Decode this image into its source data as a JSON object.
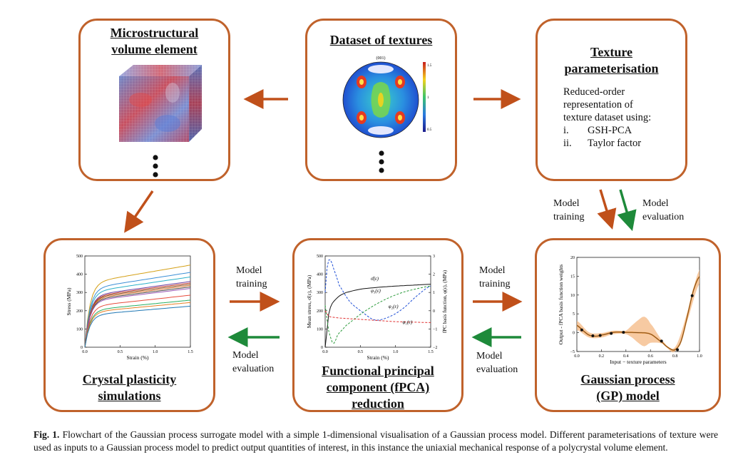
{
  "boxes": {
    "microstructure": {
      "title": [
        "Microstructural",
        "volume element"
      ]
    },
    "dataset": {
      "title": [
        "Dataset of textures"
      ],
      "pole_label": "(001)",
      "scale": [
        "1.5",
        "1",
        "0.5"
      ]
    },
    "texture": {
      "title": [
        "Texture",
        "parameterisation"
      ],
      "body": [
        "Reduced-order",
        "representation of",
        "texture dataset using:"
      ],
      "list": [
        {
          "num": "i.",
          "text": "GSH-PCA"
        },
        {
          "num": "ii.",
          "text": "Taylor factor"
        }
      ]
    },
    "crystal": {
      "title": [
        "Crystal plasticity",
        "simulations"
      ]
    },
    "fpca": {
      "title": [
        "Functional principal",
        "component (fPCA)",
        "reduction"
      ]
    },
    "gp": {
      "title": [
        "Gaussian process",
        "(GP) model"
      ]
    }
  },
  "arrow_labels": {
    "tex_train": [
      "Model",
      "training"
    ],
    "tex_eval": [
      "Model",
      "evaluation"
    ],
    "left_train": [
      "Model",
      "training"
    ],
    "left_eval": [
      "Model",
      "evaluation"
    ],
    "right_train": [
      "Model",
      "training"
    ],
    "right_eval": [
      "Model",
      "evaluation"
    ]
  },
  "colors": {
    "border": "#c0622b",
    "training_arrow": "#c0501a",
    "evaluation_arrow": "#1e8a3a"
  },
  "chart_data": [
    {
      "type": "line",
      "title": "",
      "xlabel": "Strain (%)",
      "ylabel": "Stress (MPa)",
      "xlim": [
        0,
        1.5
      ],
      "ylim": [
        0,
        500
      ],
      "xticks": [
        "0.0",
        "0.5",
        "1.0",
        "1.5"
      ],
      "yticks": [
        "0",
        "100",
        "200",
        "300",
        "400",
        "500"
      ],
      "series": [
        {
          "color": "#d4a017",
          "values_at_1_5": 450
        },
        {
          "color": "#3b8fd6",
          "values_at_1_5": 410
        },
        {
          "color": "#2ab0c8",
          "values_at_1_5": 385
        },
        {
          "color": "#6b3fa0",
          "values_at_1_5": 360
        },
        {
          "color": "#c0392b",
          "values_at_1_5": 352
        },
        {
          "color": "#8e5a2b",
          "values_at_1_5": 345
        },
        {
          "color": "#e07b39",
          "values_at_1_5": 338
        },
        {
          "color": "#4a4a4a",
          "values_at_1_5": 330
        },
        {
          "color": "#9b59b6",
          "values_at_1_5": 322
        },
        {
          "color": "#e74c3c",
          "values_at_1_5": 285
        },
        {
          "color": "#27ae60",
          "values_at_1_5": 258
        },
        {
          "color": "#e67e22",
          "values_at_1_5": 245
        },
        {
          "color": "#1f77b4",
          "values_at_1_5": 225
        }
      ]
    },
    {
      "type": "line",
      "title": "",
      "xlabel": "Strain (%)",
      "ylabel": "Mean stress, σ̄(ε), (MPa)",
      "y2label": "fPC basis function, φ(ε), (MPa)",
      "xlim": [
        0,
        1.5
      ],
      "ylim": [
        0,
        500
      ],
      "y2lim": [
        -2,
        3
      ],
      "xticks": [
        "0.0",
        "0.5",
        "1.0",
        "1.5"
      ],
      "yticks": [
        "0",
        "100",
        "200",
        "300",
        "400",
        "500"
      ],
      "y2ticks": [
        "−2",
        "−1",
        "0",
        "1",
        "2",
        "3"
      ],
      "series": [
        {
          "name": "σ̄(ε)",
          "axis": "left",
          "style": "solid",
          "color": "#111111",
          "x": [
            0,
            0.05,
            0.1,
            0.2,
            0.3,
            0.5,
            0.75,
            1.0,
            1.25,
            1.5
          ],
          "y": [
            0,
            180,
            240,
            280,
            300,
            318,
            328,
            335,
            340,
            345
          ]
        },
        {
          "name": "φ₁(ε)",
          "axis": "right",
          "style": "dashed",
          "color": "#1f4fd6",
          "x": [
            0,
            0.03,
            0.07,
            0.12,
            0.2,
            0.35,
            0.5,
            0.7,
            0.9,
            1.1,
            1.3,
            1.5
          ],
          "y": [
            1.0,
            2.5,
            2.8,
            2.3,
            1.4,
            0.5,
            0.0,
            -0.5,
            -0.35,
            0.1,
            0.8,
            1.35
          ]
        },
        {
          "name": "φ₂(ε)",
          "axis": "right",
          "style": "dashed",
          "color": "#2a9a3a",
          "x": [
            0,
            0.04,
            0.08,
            0.12,
            0.18,
            0.3,
            0.5,
            0.7,
            0.9,
            1.1,
            1.3,
            1.5
          ],
          "y": [
            0.3,
            -0.9,
            -1.5,
            -1.8,
            -1.3,
            -0.8,
            -0.2,
            0.3,
            0.7,
            1.0,
            1.2,
            1.35
          ]
        },
        {
          "name": "φ₃(ε)",
          "axis": "right",
          "style": "dashed",
          "color": "#e03030",
          "x": [
            0,
            0.05,
            0.1,
            0.2,
            0.4,
            0.6,
            0.8,
            1.0,
            1.2,
            1.5
          ],
          "y": [
            0.0,
            -0.3,
            -0.35,
            -0.4,
            -0.45,
            -0.5,
            -0.55,
            -0.6,
            -0.62,
            -0.65
          ]
        }
      ]
    },
    {
      "type": "line",
      "title": "",
      "xlabel": "Input − texture parameters",
      "ylabel": "Output - fPCA basis function weights",
      "xlim": [
        0,
        1
      ],
      "ylim": [
        -5,
        22
      ],
      "xticks": [
        "0.0",
        "0.2",
        "0.4",
        "0.6",
        "0.8",
        "1.0"
      ],
      "yticks": [
        "−5",
        "0",
        "5",
        "10",
        "15",
        "20"
      ],
      "series": [
        {
          "name": "GP mean",
          "color": "#111111",
          "x": [
            0,
            0.05,
            0.1,
            0.15,
            0.2,
            0.3,
            0.4,
            0.5,
            0.6,
            0.7,
            0.75,
            0.8,
            0.85,
            0.9,
            0.95,
            1.0
          ],
          "y": [
            2.5,
            1.0,
            -0.3,
            -0.6,
            -0.3,
            0.5,
            0.5,
            0.4,
            0.0,
            -2.5,
            -4.0,
            -4.5,
            -2.0,
            5.0,
            12.5,
            16.5
          ]
        },
        {
          "name": "observations",
          "style": "points",
          "color": "#111111",
          "x": [
            0.04,
            0.13,
            0.19,
            0.28,
            0.38,
            0.69,
            0.82,
            0.94
          ],
          "y": [
            1.2,
            -0.5,
            -0.4,
            0.2,
            0.5,
            -2.0,
            -4.5,
            11.0
          ]
        }
      ],
      "band": {
        "color": "#f3b47a",
        "x": [
          0,
          0.1,
          0.2,
          0.3,
          0.4,
          0.45,
          0.5,
          0.55,
          0.6,
          0.7,
          0.8,
          0.9,
          1.0
        ],
        "lower": [
          1.2,
          -1.0,
          -1.0,
          0.0,
          0.0,
          -1.0,
          -2.5,
          -3.5,
          -2.5,
          -2.8,
          -5.0,
          3.8,
          14.5
        ],
        "upper": [
          3.8,
          0.5,
          0.3,
          1.0,
          1.0,
          2.5,
          4.0,
          5.0,
          3.0,
          -2.0,
          -3.8,
          6.2,
          18.5
        ]
      }
    }
  ],
  "caption": {
    "label": "Fig. 1.",
    "text": "Flowchart of the Gaussian process surrogate model with a simple 1-dimensional visualisation of a Gaussian process model. Different parameterisations of texture were used as inputs to a Gaussian process model to predict output quantities of interest, in this instance the uniaxial mechanical response of a polycrystal volume element."
  }
}
